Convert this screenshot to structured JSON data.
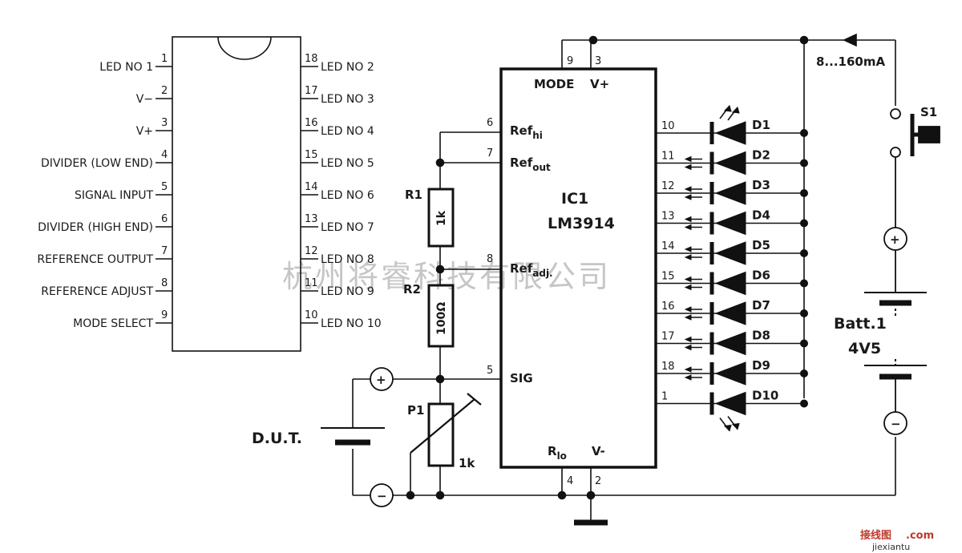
{
  "pinout": {
    "left": [
      {
        "num": "1",
        "label": "LED NO 1"
      },
      {
        "num": "2",
        "label": "V−"
      },
      {
        "num": "3",
        "label": "V+"
      },
      {
        "num": "4",
        "label": "DIVIDER (LOW END)"
      },
      {
        "num": "5",
        "label": "SIGNAL INPUT"
      },
      {
        "num": "6",
        "label": "DIVIDER (HIGH END)"
      },
      {
        "num": "7",
        "label": "REFERENCE OUTPUT"
      },
      {
        "num": "8",
        "label": "REFERENCE ADJUST"
      },
      {
        "num": "9",
        "label": "MODE SELECT"
      }
    ],
    "right": [
      {
        "num": "18",
        "label": "LED NO 2"
      },
      {
        "num": "17",
        "label": "LED NO 3"
      },
      {
        "num": "16",
        "label": "LED NO 4"
      },
      {
        "num": "15",
        "label": "LED NO 5"
      },
      {
        "num": "14",
        "label": "LED NO 6"
      },
      {
        "num": "13",
        "label": "LED NO 7"
      },
      {
        "num": "12",
        "label": "LED NO 8"
      },
      {
        "num": "11",
        "label": "LED NO 9"
      },
      {
        "num": "10",
        "label": "LED NO 10"
      }
    ]
  },
  "ic1": {
    "name": "IC1",
    "part": "LM3914",
    "mode_label": "MODE",
    "vplus_label": "V+",
    "vminus_label": "V-",
    "top_pins": [
      "9",
      "3"
    ],
    "bottom_pins": [
      "4",
      "2"
    ],
    "rlo_label": "R",
    "rlo_sub": "lo",
    "left_pins": [
      {
        "num": "6",
        "label": "Ref",
        "sub": "hi"
      },
      {
        "num": "7",
        "label": "Ref",
        "sub": "out"
      },
      {
        "num": "8",
        "label": "Ref",
        "sub": "adj."
      },
      {
        "num": "5",
        "label": "SIG",
        "sub": ""
      }
    ]
  },
  "leds": [
    {
      "pin": "10",
      "name": "D1"
    },
    {
      "pin": "11",
      "name": "D2"
    },
    {
      "pin": "12",
      "name": "D3"
    },
    {
      "pin": "13",
      "name": "D4"
    },
    {
      "pin": "14",
      "name": "D5"
    },
    {
      "pin": "15",
      "name": "D6"
    },
    {
      "pin": "16",
      "name": "D7"
    },
    {
      "pin": "17",
      "name": "D8"
    },
    {
      "pin": "18",
      "name": "D9"
    },
    {
      "pin": "1",
      "name": "D10"
    }
  ],
  "components": {
    "r1_label": "R1",
    "r1_value": "1k",
    "r2_label": "R2",
    "r2_value": "100Ω",
    "p1_label": "P1",
    "p1_value": "1k",
    "dut_label": "D.U.T.",
    "switch_label": "S1",
    "current_label": "8...160mA",
    "batt_label": "Batt.1",
    "batt_value": "4V5",
    "plus_sign": "+",
    "minus_sign": "−"
  },
  "watermark": {
    "text": "杭州将睿科技有限公司",
    "logo": "接线图",
    "logo_dot": ".com",
    "logo_url": "jiexiantu"
  }
}
